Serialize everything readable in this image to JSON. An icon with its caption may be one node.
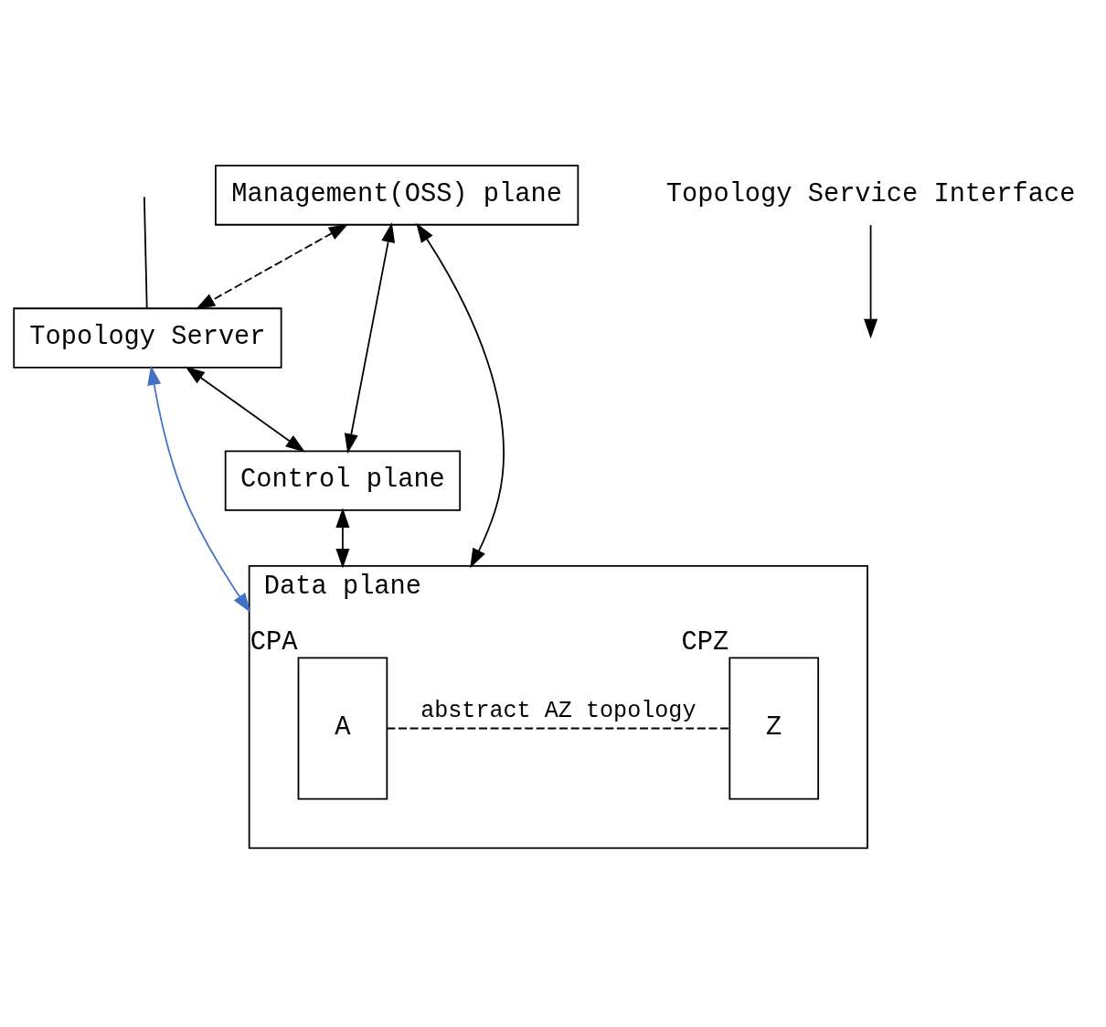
{
  "diagram": {
    "nodes": [
      {
        "text": [
          "Management(OSS) plane"
        ]
      },
      {
        "text": [
          "Topology Server"
        ]
      },
      {
        "text": [
          "Control plane"
        ]
      },
      {
        "text": [
          "Data plane"
        ]
      },
      {
        "text": [
          "A"
        ],
        "in": 3,
        "beside": [
          "CPA"
        ]
      },
      {
        "text": [
          "Z"
        ],
        "in": 3,
        "beside": [
          "CPZ"
        ]
      },
      {
        "text": [
          "Topology Service Interface"
        ]
      }
    ],
    "edges": [
      {
        "from": 6,
        "to": null,
        "arrow": "to"
      },
      {
        "from": null,
        "to": 1,
        "arrow": "none"
      },
      {
        "from": 0,
        "to": 1,
        "arrow": "both",
        "style": "dashed"
      },
      {
        "from": 0,
        "to": 2,
        "arrow": "both"
      },
      {
        "from": 0,
        "to": 3,
        "arrow": "both"
      },
      {
        "from": 1,
        "to": 2,
        "arrow": "both"
      },
      {
        "from": 2,
        "to": 3,
        "arrow": "both"
      },
      {
        "from": 1,
        "to": 3,
        "arrow": "both",
        "color": "#4472c4"
      },
      {
        "from": 4,
        "to": 5,
        "arrow": "none",
        "style": "dashed",
        "label": "abstract AZ topology"
      }
    ]
  }
}
